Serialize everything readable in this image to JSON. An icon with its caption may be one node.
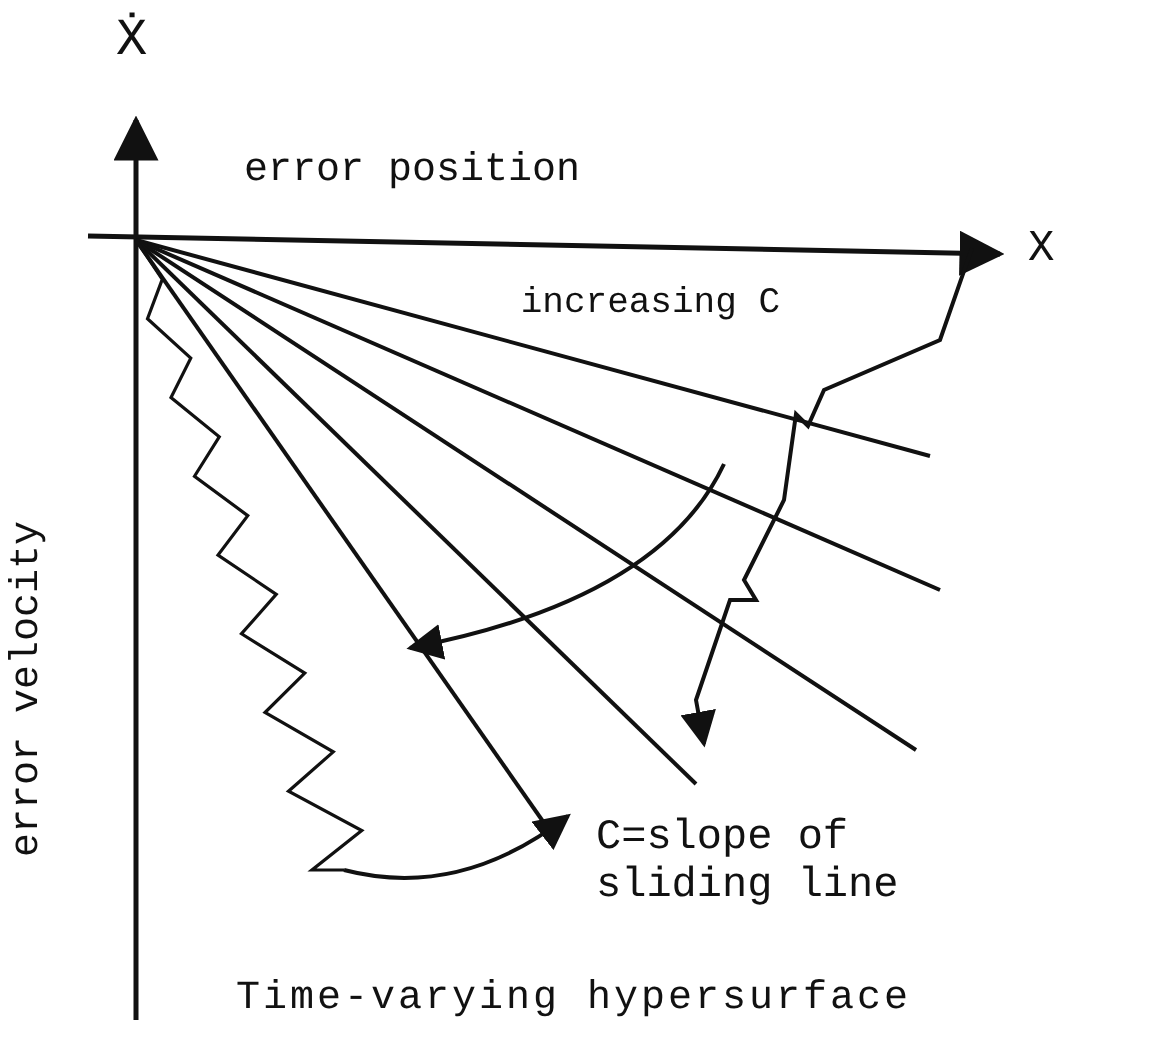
{
  "diagram": {
    "caption": "Time-varying hypersurface",
    "labels": [
      "Ẋ",
      "X",
      "error position",
      "increasing C",
      "error velocity",
      "C=slope of sliding line"
    ]
  }
}
